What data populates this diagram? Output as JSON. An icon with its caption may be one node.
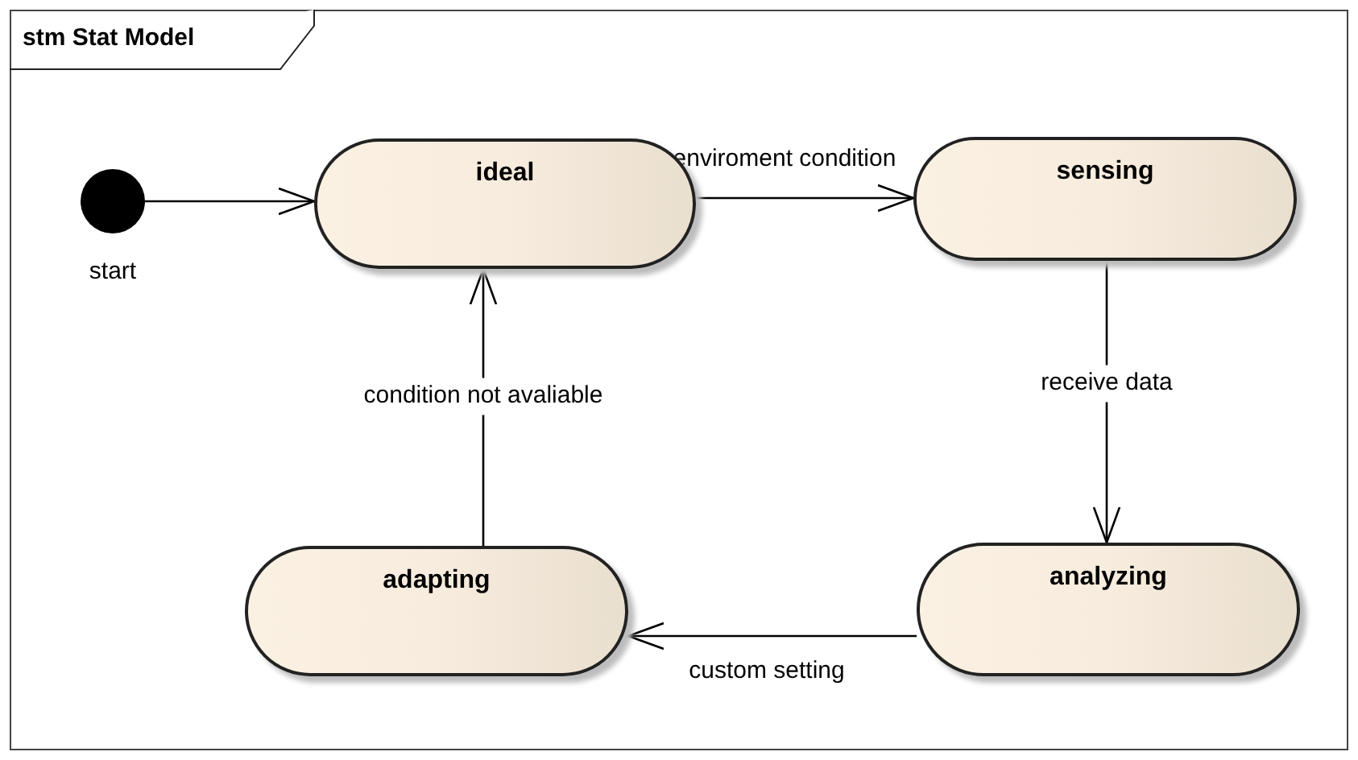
{
  "diagram": {
    "title": "stm Stat Model",
    "nodes": [
      {
        "text": [],
        "shape": "circle",
        "beside": [
          "start"
        ]
      },
      {
        "text": [
          "ideal"
        ]
      },
      {
        "text": [
          "sensing"
        ]
      },
      {
        "text": [
          "analyzing"
        ]
      },
      {
        "text": [
          "adapting"
        ]
      }
    ],
    "edges": [
      {
        "from": 0,
        "to": 1,
        "arrow": "to"
      },
      {
        "from": 1,
        "to": 2,
        "arrow": "to",
        "label": "enviroment condition"
      },
      {
        "from": 2,
        "to": 3,
        "arrow": "to",
        "label": "receive data"
      },
      {
        "from": 3,
        "to": 4,
        "arrow": "to",
        "label": "custom setting"
      },
      {
        "from": 4,
        "to": 1,
        "arrow": "to",
        "label": "condition not avaliable"
      }
    ]
  }
}
